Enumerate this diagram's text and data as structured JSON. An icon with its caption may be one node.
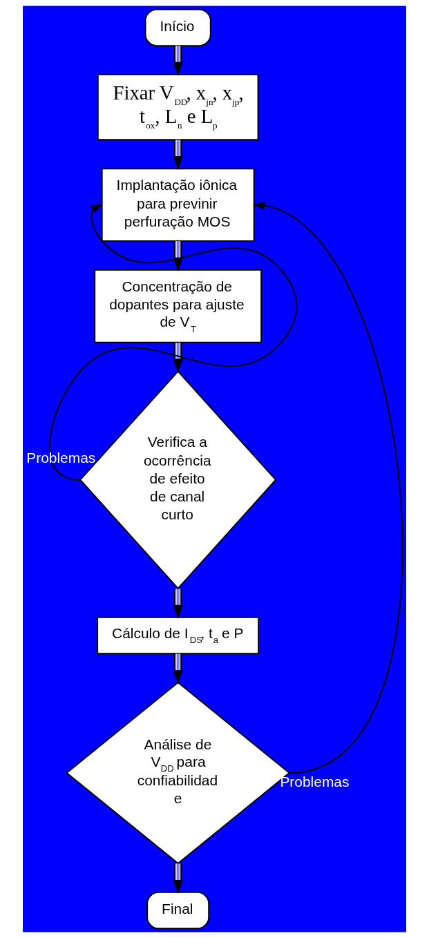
{
  "diagram": {
    "nodes": [
      {
        "text": [
          "Início"
        ]
      },
      {
        "text": [
          "Fixar V$_{DD}$, x$_{jn}$, x$_{jp}$, t$_{ox}$, L$_{n}$ e L$_{p}$"
        ]
      },
      {
        "text": [
          "Implantação iônica para previnir perfuração MOS"
        ]
      },
      {
        "text": [
          "Concentração de dopantes para ajuste de V$_{T}$"
        ]
      },
      {
        "text": [
          "Verifica a ocorrência de efeito de canal curto"
        ]
      },
      {
        "text": [
          "Cálculo de I$_{DS}$, t$_{a}$ e P"
        ]
      },
      {
        "text": [
          "Análise de V$_{DD}$ para confiabilidad e"
        ]
      },
      {
        "text": [
          "Final"
        ]
      }
    ],
    "edges": [
      {
        "from": 0,
        "to": 1,
        "arrow": "to"
      },
      {
        "from": 1,
        "to": 2,
        "arrow": "to"
      },
      {
        "from": 2,
        "to": 3,
        "arrow": "to"
      },
      {
        "from": 3,
        "to": 4,
        "arrow": "to"
      },
      {
        "from": 4,
        "to": 5,
        "arrow": "to"
      },
      {
        "from": 5,
        "to": 6,
        "arrow": "to"
      },
      {
        "from": 6,
        "to": 7,
        "arrow": "to"
      },
      {
        "from": 4,
        "to": 2,
        "arrow": "to",
        "label": "Problemas",
        "color": "#000000"
      },
      {
        "from": 6,
        "to": 2,
        "arrow": "to",
        "label": "Problemas",
        "color": "#000000"
      }
    ]
  }
}
